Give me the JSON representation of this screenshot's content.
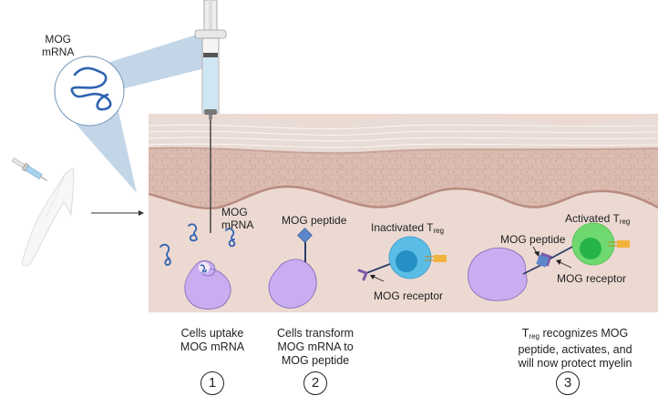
{
  "figure": {
    "colors": {
      "tissue_background": "#ecd9d2",
      "dermis_cells": "#d9b8ad",
      "stratum_corneum": "#eadcd6",
      "mrna_blue": "#2f62b0",
      "cell_purple": "#c8aef0",
      "cell_purple_outline": "#7d62b8",
      "treg_inactive": "#5bbde6",
      "treg_inactive_nucleus": "#2490c4",
      "treg_active": "#6fd96f",
      "treg_active_nucleus": "#26b34a",
      "peptide_blue": "#5d86cc",
      "receptor_purple": "#7a5aa8",
      "syringe_fluid": "#cfe6f5",
      "zoom_cone": "#bcd2e5",
      "antibody_orange": "#f2b33a"
    },
    "inset": {
      "label_line1": "MOG",
      "label_line2": "mRNA"
    },
    "tissue_labels": {
      "mrna_line1": "MOG",
      "mrna_line2": "mRNA",
      "peptide_step2": "MOG peptide",
      "inactivated_treg_prefix": "Inactivated T",
      "inactivated_treg_sub": "reg",
      "receptor_step2": "MOG receptor",
      "activated_treg_prefix": "Activated T",
      "activated_treg_sub": "reg",
      "peptide_step3": "MOG peptide",
      "receptor_step3": "MOG receptor"
    },
    "steps": [
      {
        "number": "1",
        "caption_lines": [
          "Cells uptake",
          "MOG mRNA"
        ]
      },
      {
        "number": "2",
        "caption_lines": [
          "Cells transform",
          "MOG mRNA to",
          "MOG peptide"
        ]
      },
      {
        "number": "3",
        "caption_prefix": "T",
        "caption_sub": "reg",
        "caption_line1_rest": " recognizes MOG",
        "caption_lines": [
          "peptide, activates, and",
          "will now protect myelin"
        ]
      }
    ]
  }
}
